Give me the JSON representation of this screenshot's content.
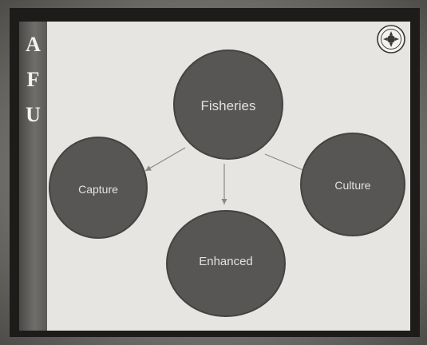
{
  "slide": {
    "sidebar_letters": [
      "A",
      "F",
      "U"
    ],
    "logo": "university-seal-logo"
  },
  "diagram": {
    "nodes": [
      {
        "id": "fisheries",
        "label": "Fisheries"
      },
      {
        "id": "capture",
        "label": "Capture"
      },
      {
        "id": "culture",
        "label": "Culture"
      },
      {
        "id": "enhanced",
        "label": "Enhanced"
      }
    ],
    "edges": [
      {
        "from": "fisheries",
        "to": "capture"
      },
      {
        "from": "fisheries",
        "to": "enhanced"
      },
      {
        "from": "fisheries",
        "to": "culture"
      }
    ],
    "colors": {
      "node_fill": "#575654",
      "node_stroke": "#444341",
      "label": "#e2e1de",
      "arrow": "#8a8986",
      "slide_bg": "#e6e5e2",
      "sidebar": "#5b5a57"
    }
  }
}
